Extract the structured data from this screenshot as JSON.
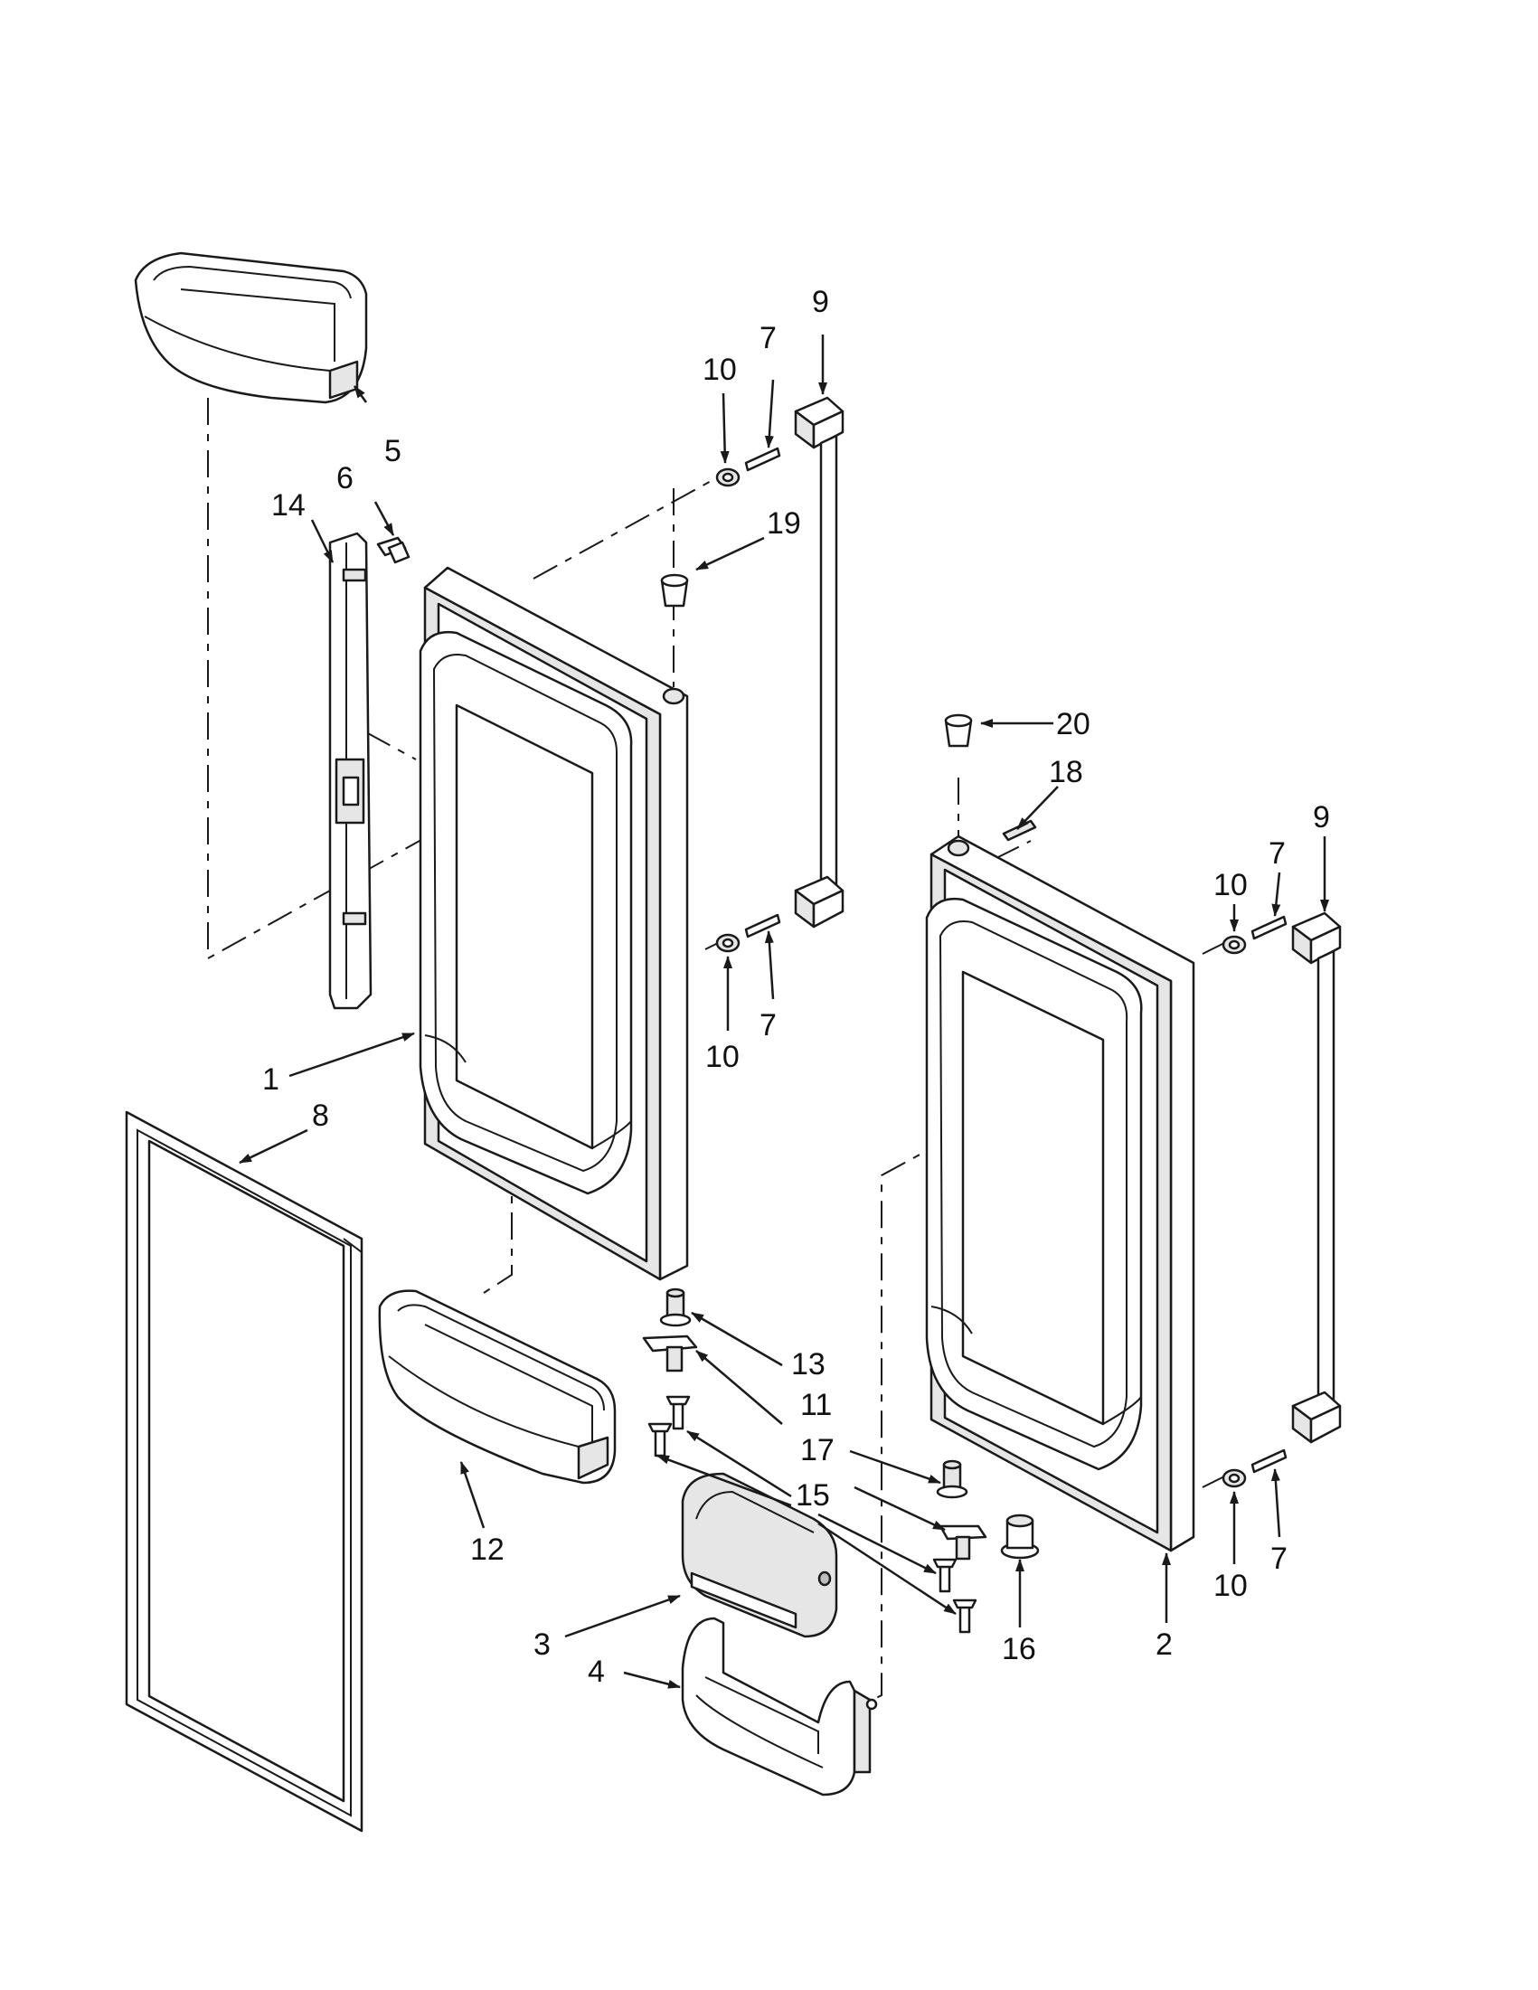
{
  "callouts": {
    "c1": "1",
    "c2": "2",
    "c3": "3",
    "c4": "4",
    "c5": "5",
    "c6": "6",
    "c7a": "7",
    "c7b": "7",
    "c7c": "7",
    "c7d": "7",
    "c8": "8",
    "c9a": "9",
    "c9b": "9",
    "c10a": "10",
    "c10b": "10",
    "c10c": "10",
    "c10d": "10",
    "c11": "11",
    "c12": "12",
    "c13": "13",
    "c14": "14",
    "c15": "15",
    "c16": "16",
    "c17": "17",
    "c18": "18",
    "c19": "19",
    "c20": "20"
  },
  "colors": {
    "ink": "#1a1a1a",
    "shade": "#e6e6e6",
    "dark_shade": "#bdbdbd"
  }
}
